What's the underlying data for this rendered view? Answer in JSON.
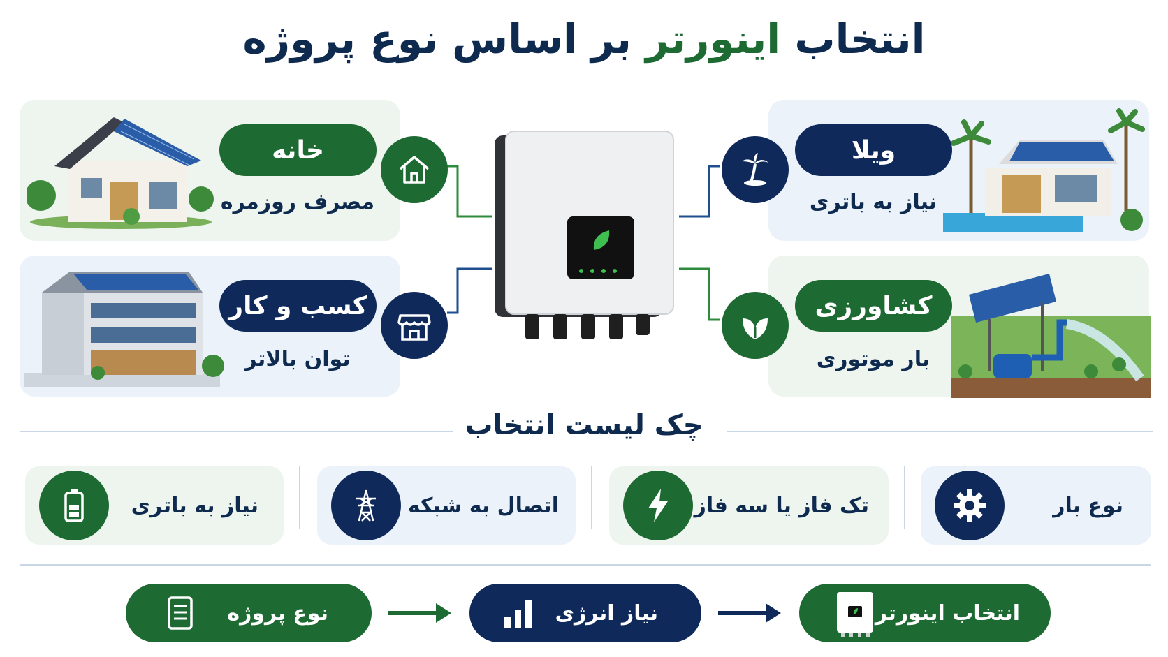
{
  "title": {
    "main": "انتخاب",
    "accent": "اینورتر",
    "rest": "بر اساس نوع پروژه"
  },
  "projects": {
    "home": {
      "label": "خانه",
      "sub": "مصرف روزمره"
    },
    "villa": {
      "label": "ویلا",
      "sub": "نیاز به باتری"
    },
    "business": {
      "label": "کسب و کار",
      "sub": "توان بالاتر"
    },
    "farm": {
      "label": "کشاورزی",
      "sub": "بار موتوری"
    }
  },
  "checklist": {
    "title": "چک لیست انتخاب",
    "items": [
      {
        "label": "نوع بار"
      },
      {
        "label": "تک فاز یا سه فاز"
      },
      {
        "label": "اتصال به شبکه"
      },
      {
        "label": "نیاز به باتری"
      }
    ]
  },
  "flow": {
    "steps": [
      {
        "label": "نوع پروژه"
      },
      {
        "label": "نیاز انرژی"
      },
      {
        "label": "انتخاب اینورتر"
      }
    ]
  },
  "colors": {
    "green": "#1d6a33",
    "navy": "#0f2a5a",
    "text": "#0f2a4f",
    "card_green": "#edf5ee",
    "card_blue": "#ebf2fa"
  },
  "icons": [
    "house-icon",
    "palm-tree-icon",
    "store-icon",
    "leaf-icon",
    "gear-icon",
    "lightning-icon",
    "power-tower-icon",
    "battery-icon",
    "document-icon",
    "bar-chart-icon",
    "inverter-icon"
  ]
}
